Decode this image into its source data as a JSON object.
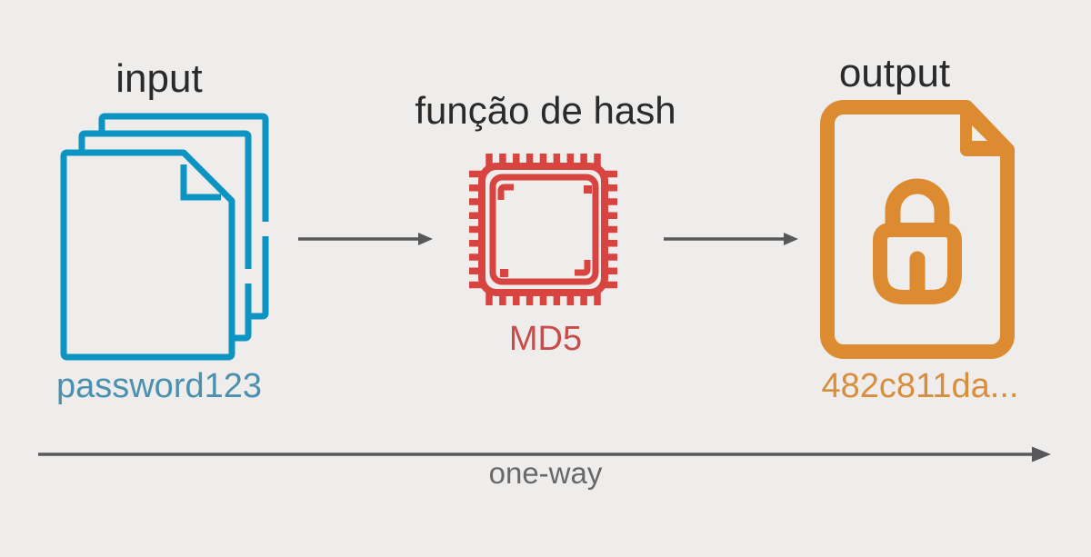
{
  "diagram": {
    "background_color": "#eeedec",
    "stages": [
      {
        "id": "input",
        "title": "input",
        "label": "password123",
        "icon": "stacked-documents-icon",
        "accent_color": "#0c95c2",
        "label_color": "#4b90ae"
      },
      {
        "id": "hash-function",
        "title": "função de hash",
        "label": "MD5",
        "icon": "cpu-chip-icon",
        "accent_color": "#d8443f",
        "label_color": "#c94c49"
      },
      {
        "id": "output",
        "title": "output",
        "label": "482c811da...",
        "icon": "locked-document-icon",
        "accent_color": "#dd8b31",
        "label_color": "#d98e3b"
      }
    ],
    "connectors": {
      "arrow_color": "#58585a",
      "one_way_label": "one-way",
      "one_way_label_color": "#686868",
      "title_color": "#2a2a2a"
    }
  }
}
